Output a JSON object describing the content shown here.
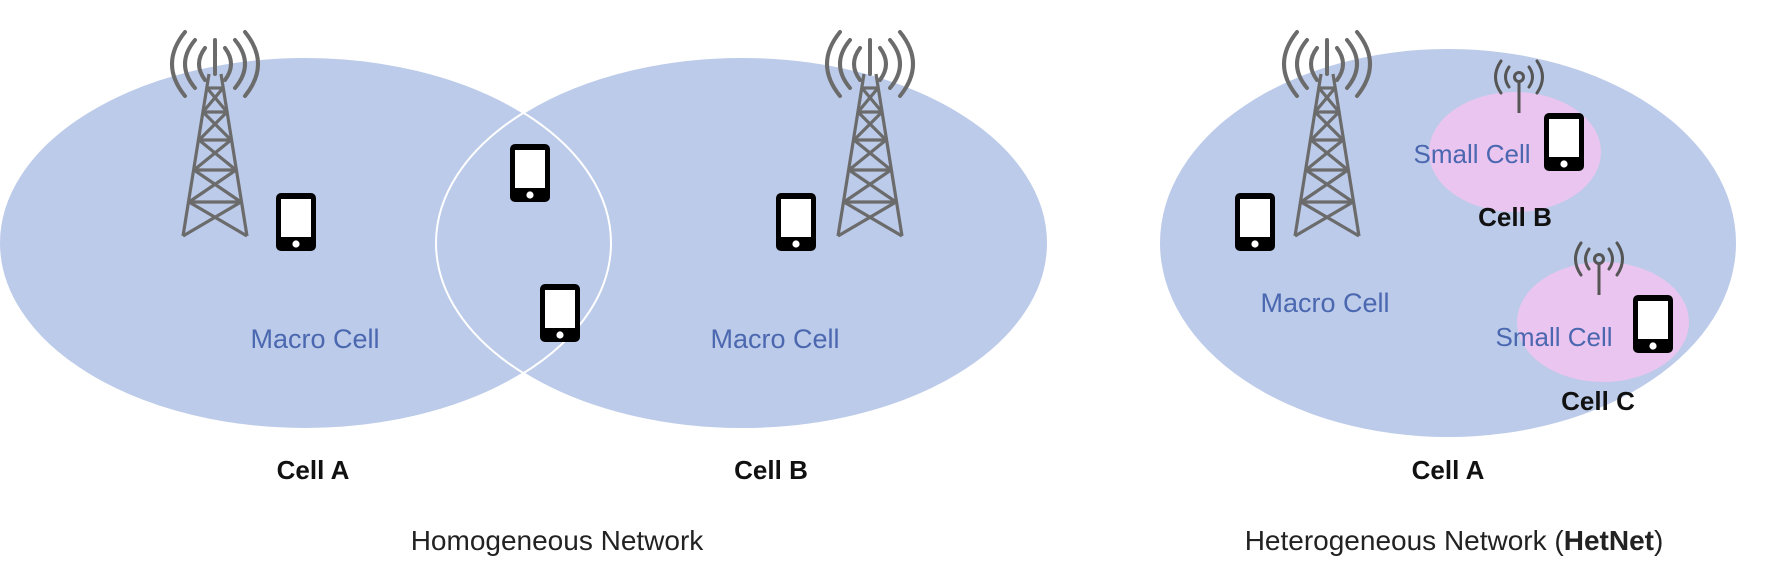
{
  "homogeneous": {
    "cell_a": {
      "macro_label": "Macro Cell",
      "cell_label": "Cell A"
    },
    "cell_b": {
      "macro_label": "Macro Cell",
      "cell_label": "Cell B"
    },
    "caption": "Homogeneous Network"
  },
  "heterogeneous": {
    "macro_label": "Macro Cell",
    "cell_label": "Cell A",
    "small_cell_b": {
      "label": "Small Cell",
      "cell_label": "Cell B"
    },
    "small_cell_c": {
      "label": "Small Cell",
      "cell_label": "Cell C"
    },
    "caption_prefix": "Heterogeneous Network (",
    "caption_bold": "HetNet",
    "caption_suffix": ")"
  },
  "colors": {
    "macro_fill": "#bccbe9",
    "small_fill": "#eac5ef",
    "tower_stroke": "#6b6b6b",
    "phone": "#000000"
  },
  "icons": [
    "cell-tower-icon",
    "small-cell-antenna-icon",
    "mobile-phone-icon"
  ]
}
